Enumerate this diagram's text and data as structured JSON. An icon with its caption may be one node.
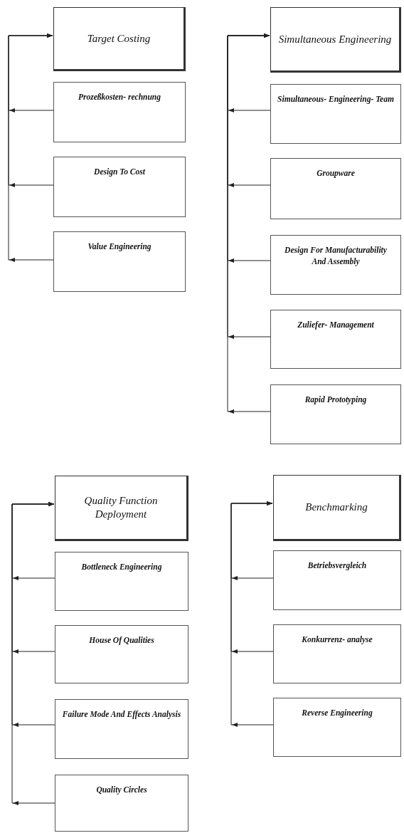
{
  "diagram": {
    "nodes": [
      {
        "text": [
          "Target Costing"
        ]
      },
      {
        "text": [
          "Prozeßkosten- rechnung"
        ]
      },
      {
        "text": [
          "Design To Cost"
        ]
      },
      {
        "text": [
          "Value Engineering"
        ]
      },
      {
        "text": [
          "Simultaneous Engineering"
        ]
      },
      {
        "text": [
          "Simultaneous- Engineering- Team"
        ]
      },
      {
        "text": [
          "Groupware"
        ]
      },
      {
        "text": [
          "Design For Manufacturability And Assembly"
        ]
      },
      {
        "text": [
          "Zuliefer- Management"
        ]
      },
      {
        "text": [
          "Rapid Prototyping"
        ]
      },
      {
        "text": [
          "Quality Function Deployment"
        ]
      },
      {
        "text": [
          "Bottleneck Engineering"
        ]
      },
      {
        "text": [
          "House Of Qualities"
        ]
      },
      {
        "text": [
          "Failure Mode And Effects Analysis"
        ]
      },
      {
        "text": [
          "Quality Circles"
        ]
      },
      {
        "text": [
          "Benchmarking"
        ]
      },
      {
        "text": [
          "Betriebsvergleich"
        ]
      },
      {
        "text": [
          "Konkurrenz- analyse"
        ]
      },
      {
        "text": [
          "Reverse Engineering"
        ]
      }
    ],
    "edges": [
      {
        "from": 1,
        "to": 0,
        "arrow": "to"
      },
      {
        "from": 2,
        "to": 0,
        "arrow": "to"
      },
      {
        "from": 3,
        "to": 0,
        "arrow": "to"
      },
      {
        "from": 5,
        "to": 4,
        "arrow": "to"
      },
      {
        "from": 6,
        "to": 4,
        "arrow": "to"
      },
      {
        "from": 7,
        "to": 4,
        "arrow": "to"
      },
      {
        "from": 8,
        "to": 4,
        "arrow": "to"
      },
      {
        "from": 9,
        "to": 4,
        "arrow": "to"
      },
      {
        "from": 11,
        "to": 10,
        "arrow": "to"
      },
      {
        "from": 12,
        "to": 10,
        "arrow": "to"
      },
      {
        "from": 13,
        "to": 10,
        "arrow": "to"
      },
      {
        "from": 14,
        "to": 10,
        "arrow": "to"
      },
      {
        "from": 16,
        "to": 15,
        "arrow": "to"
      },
      {
        "from": 17,
        "to": 15,
        "arrow": "to"
      },
      {
        "from": 18,
        "to": 15,
        "arrow": "to"
      }
    ]
  }
}
